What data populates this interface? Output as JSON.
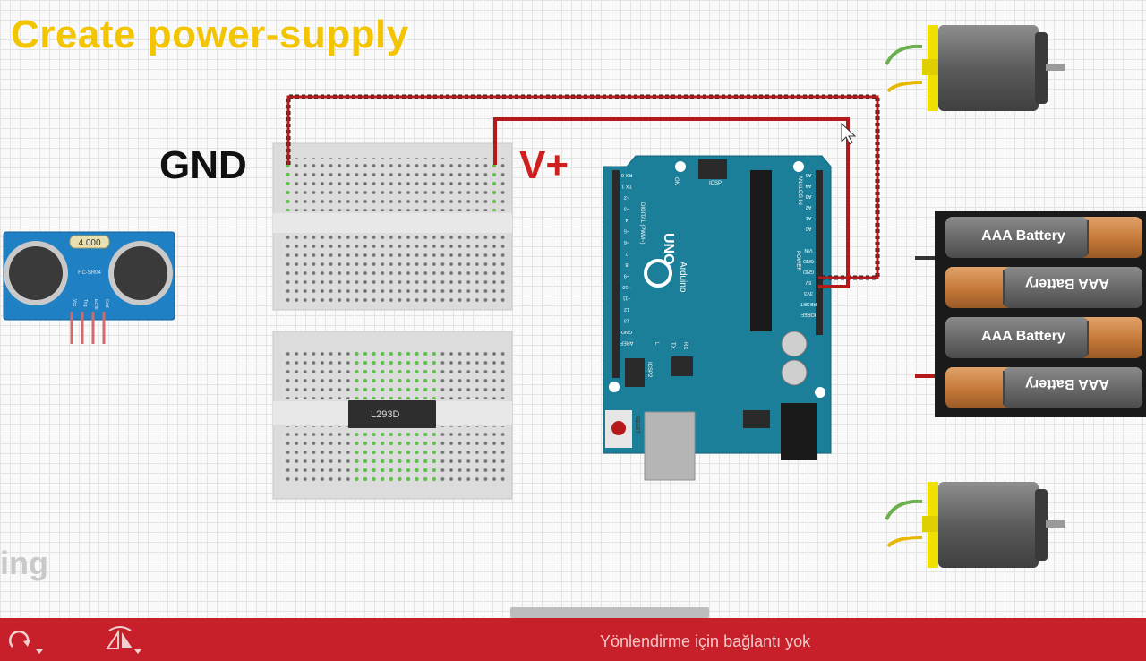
{
  "overlay": {
    "title": "Create power-supply",
    "gnd_label": "GND",
    "vplus_label": "V+",
    "ghost_text": "ing"
  },
  "components": {
    "sensor": {
      "display": "4.000",
      "model": "HC-SR04",
      "pins": [
        "Vcc",
        "Trig",
        "Echo",
        "Gnd"
      ]
    },
    "chip": {
      "label": "L293D"
    },
    "arduino": {
      "logo": "UNO",
      "brand": "Arduino",
      "on_label": "ON",
      "icsp": "ICSP",
      "icsp2": "ICSP2",
      "reset": "RESET",
      "digital_label": "DIGITAL (PWM~)",
      "analog_label": "ANALOG IN",
      "power_label": "POWER",
      "tx": "TX",
      "rx": "RX",
      "l": "L",
      "power_pins": [
        "VIN",
        "GND",
        "GND",
        "5V",
        "3V3",
        "RESET",
        "IOREF"
      ],
      "analog_pins": [
        "A5",
        "A4",
        "A3",
        "A2",
        "A1",
        "A0"
      ],
      "digital_pins": [
        "RX 0",
        "TX 1",
        "~2",
        "~3",
        "4",
        "~5",
        "~6",
        "7",
        "8",
        "~9",
        "~10",
        "~11",
        "12",
        "13",
        "GND",
        "AREF"
      ]
    },
    "battery": {
      "cells": [
        "AAA Battery",
        "AAA Battery",
        "AAA Battery",
        "AAA Battery"
      ]
    }
  },
  "status_bar": {
    "status_text": "Yönlendirme için bağlantı yok",
    "rotate_button": "rotate-button",
    "flip_button": "flip-button"
  },
  "colors": {
    "accent_bar": "#c8202a",
    "title_yellow": "#f2c500",
    "wire_red": "#b41a1a",
    "arduino_teal": "#1b7f99",
    "sensor_blue": "#1f80c4"
  }
}
